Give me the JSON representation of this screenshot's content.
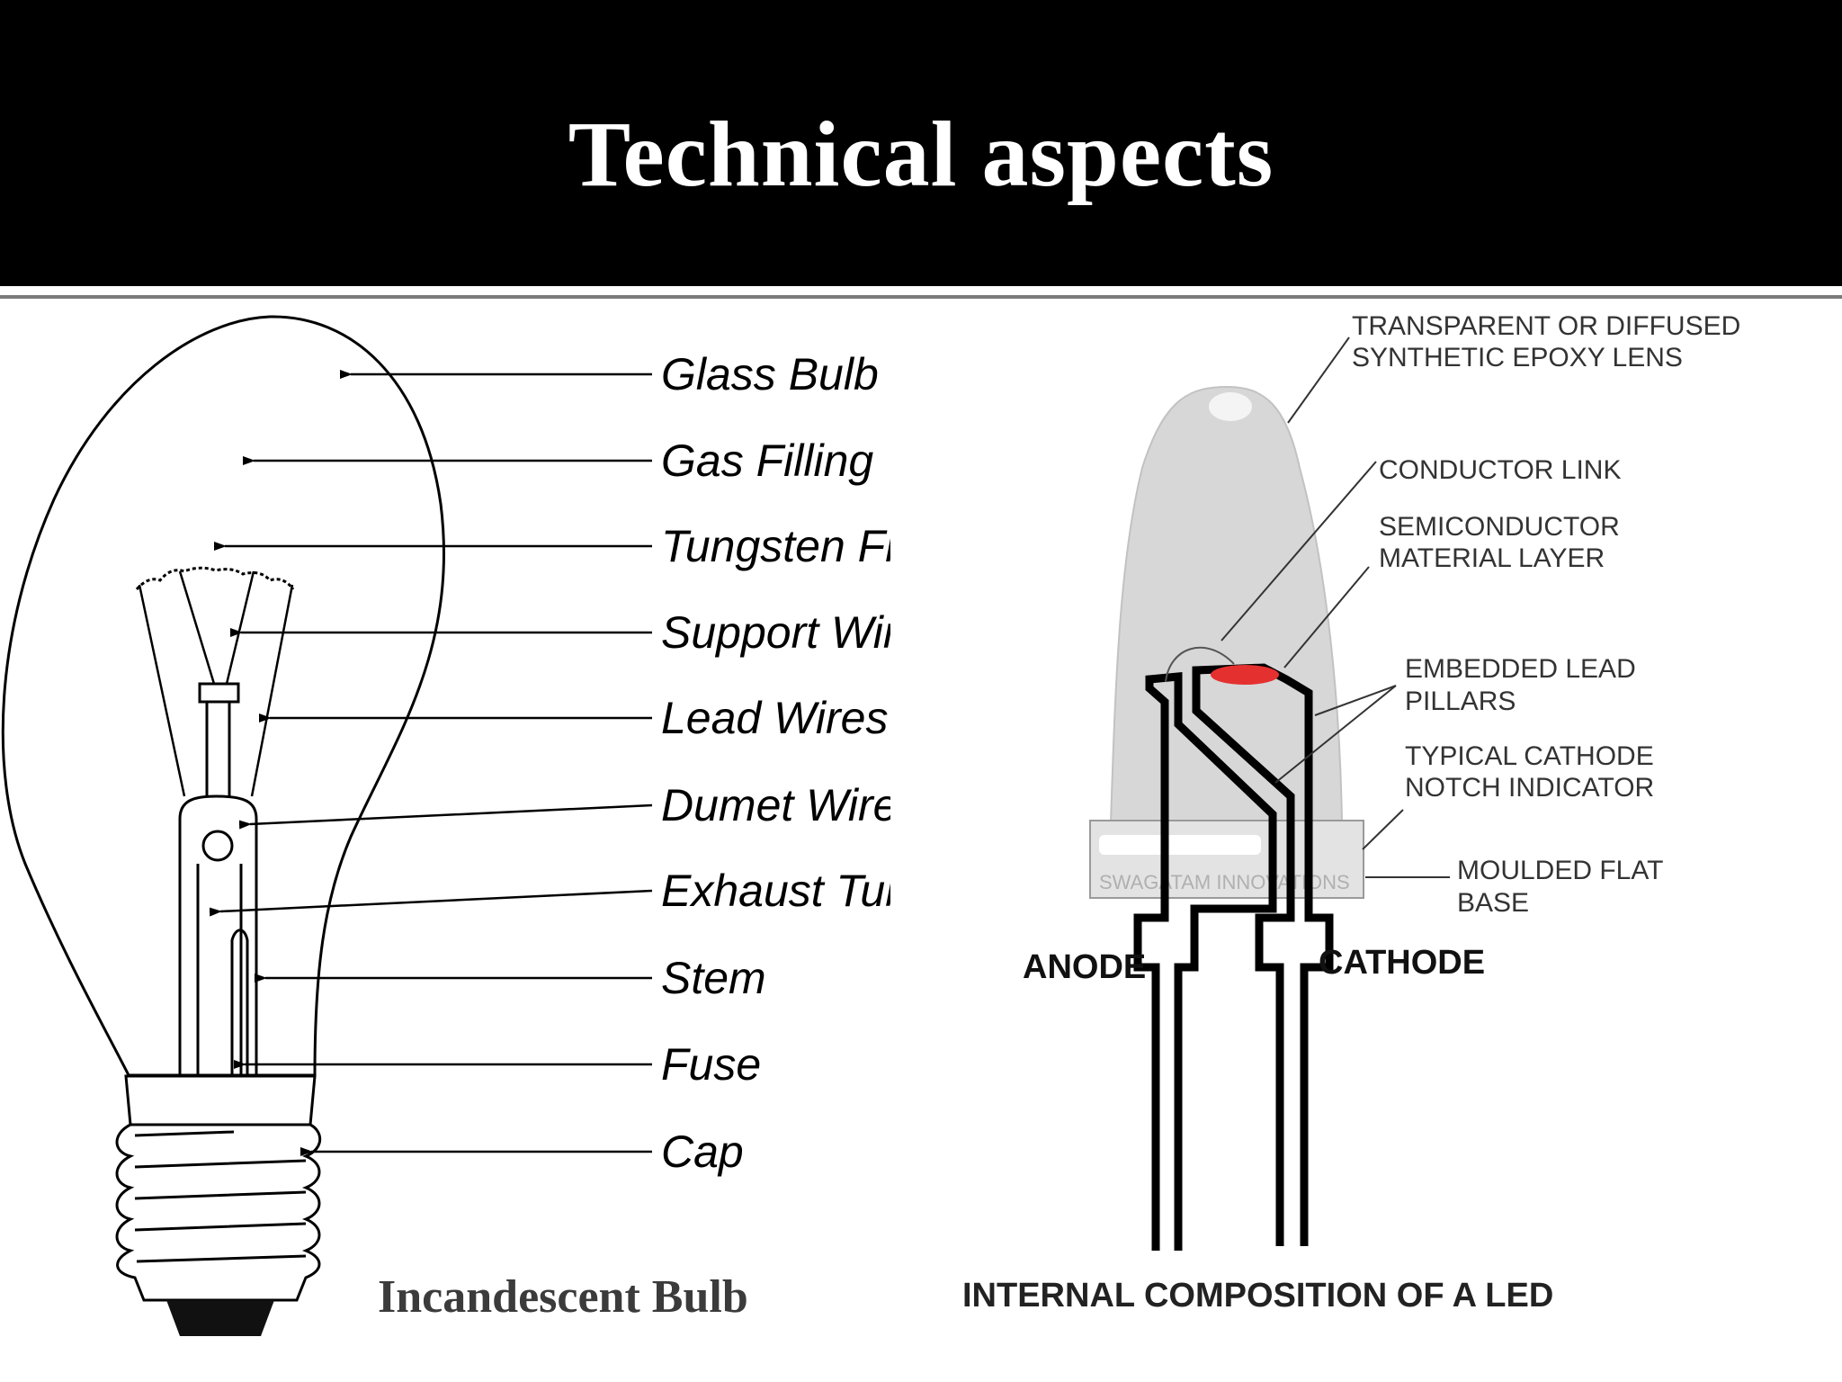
{
  "slide": {
    "title": "Technical aspects",
    "colors": {
      "header_bg": "#000000",
      "title": "#ffffff",
      "chip": "#e53030"
    }
  },
  "bulb": {
    "caption": "Incandescent Bulb",
    "labels": [
      "Glass Bulb",
      "Gas Filling",
      "Tungsten Filame",
      "Support Wires",
      "Lead Wires",
      "Dumet Wire",
      "Exhaust Tube",
      "Stem",
      "Fuse",
      "Cap"
    ]
  },
  "led": {
    "caption": "INTERNAL COMPOSITION OF A LED",
    "lens_line1": "TRANSPARENT OR DIFFUSED",
    "lens_line2": "SYNTHETIC EPOXY LENS",
    "conductor": "CONDUCTOR LINK",
    "semi_line1": "SEMICONDUCTOR",
    "semi_line2": "MATERIAL LAYER",
    "lead_line1": "EMBEDDED LEAD",
    "lead_line2": "PILLARS",
    "notch_line1": "TYPICAL CATHODE",
    "notch_line2": "NOTCH INDICATOR",
    "base_line1": "MOULDED FLAT",
    "base_line2": "BASE",
    "anode": "ANODE",
    "cathode": "CATHODE",
    "watermark": "SWAGATAM INNOVATIONS"
  }
}
